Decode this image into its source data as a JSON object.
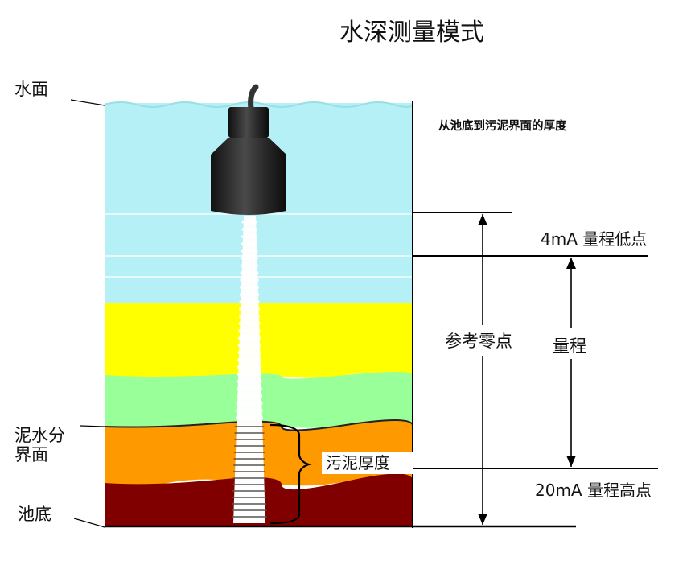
{
  "title": "水深测量模式",
  "labels": {
    "water_surface": "水面",
    "mud_interface_line1": "泥水分",
    "mud_interface_line2": "界面",
    "pool_bottom": "池底",
    "description": "从池底到污泥界面的厚度",
    "range_low": "4mA 量程低点",
    "range": "量程",
    "reference_zero": "参考零点",
    "sludge_thickness": "污泥厚度",
    "range_high": "20mA 量程高点"
  },
  "colors": {
    "water": "#B4F0F5",
    "water_light": "#C7F4F8",
    "yellow_layer": "#FFFF00",
    "green_layer": "#99FF99",
    "orange_layer": "#FF9900",
    "sludge_layer": "#800000",
    "sensor_body": "#2a2a2a"
  }
}
